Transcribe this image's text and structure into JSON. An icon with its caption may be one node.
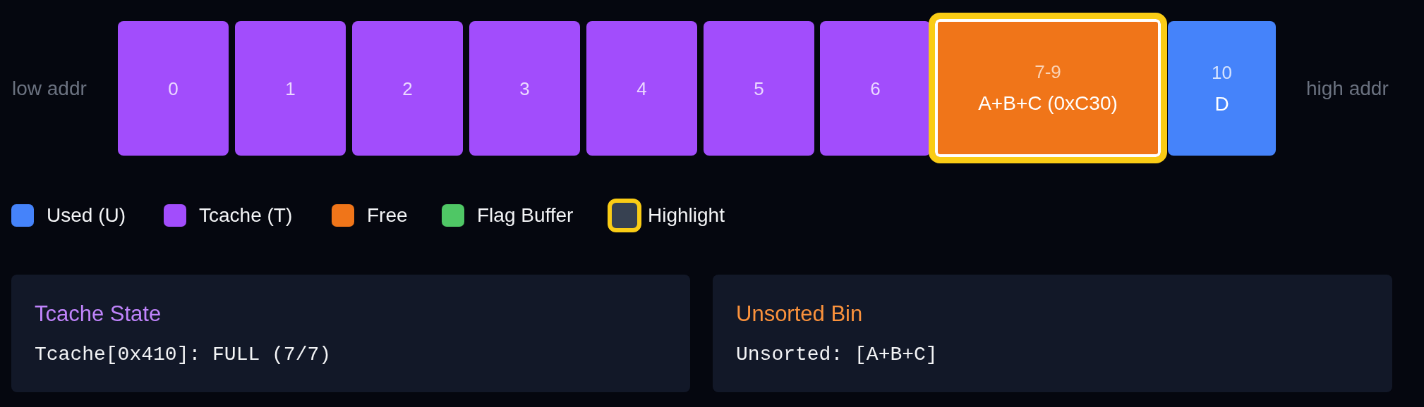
{
  "diagram": {
    "nodes": [
      {
        "text": [
          "0"
        ]
      },
      {
        "text": [
          "1"
        ]
      },
      {
        "text": [
          "2"
        ]
      },
      {
        "text": [
          "3"
        ]
      },
      {
        "text": [
          "4"
        ]
      },
      {
        "text": [
          "5"
        ]
      },
      {
        "text": [
          "6"
        ]
      },
      {
        "text": [
          "7-9",
          "A+B+C (0xC30)"
        ]
      },
      {
        "text": [
          "10",
          "D"
        ]
      },
      {
        "text": [
          "Tcache State",
          "Tcache[0x410]: FULL (7/7)"
        ]
      },
      {
        "text": [
          "Unsorted Bin",
          "Unsorted: [A+B+C]"
        ]
      }
    ],
    "labels": [
      "low addr",
      "high addr"
    ],
    "legend": [
      {
        "text": "Used (U)",
        "color": "#4583fa"
      },
      {
        "text": "Tcache (T)",
        "color": "#a24dfc"
      },
      {
        "text": "Free",
        "color": "#f07519"
      },
      {
        "text": "Flag Buffer",
        "color": "#4fc765"
      },
      {
        "text": "Highlight"
      }
    ]
  }
}
